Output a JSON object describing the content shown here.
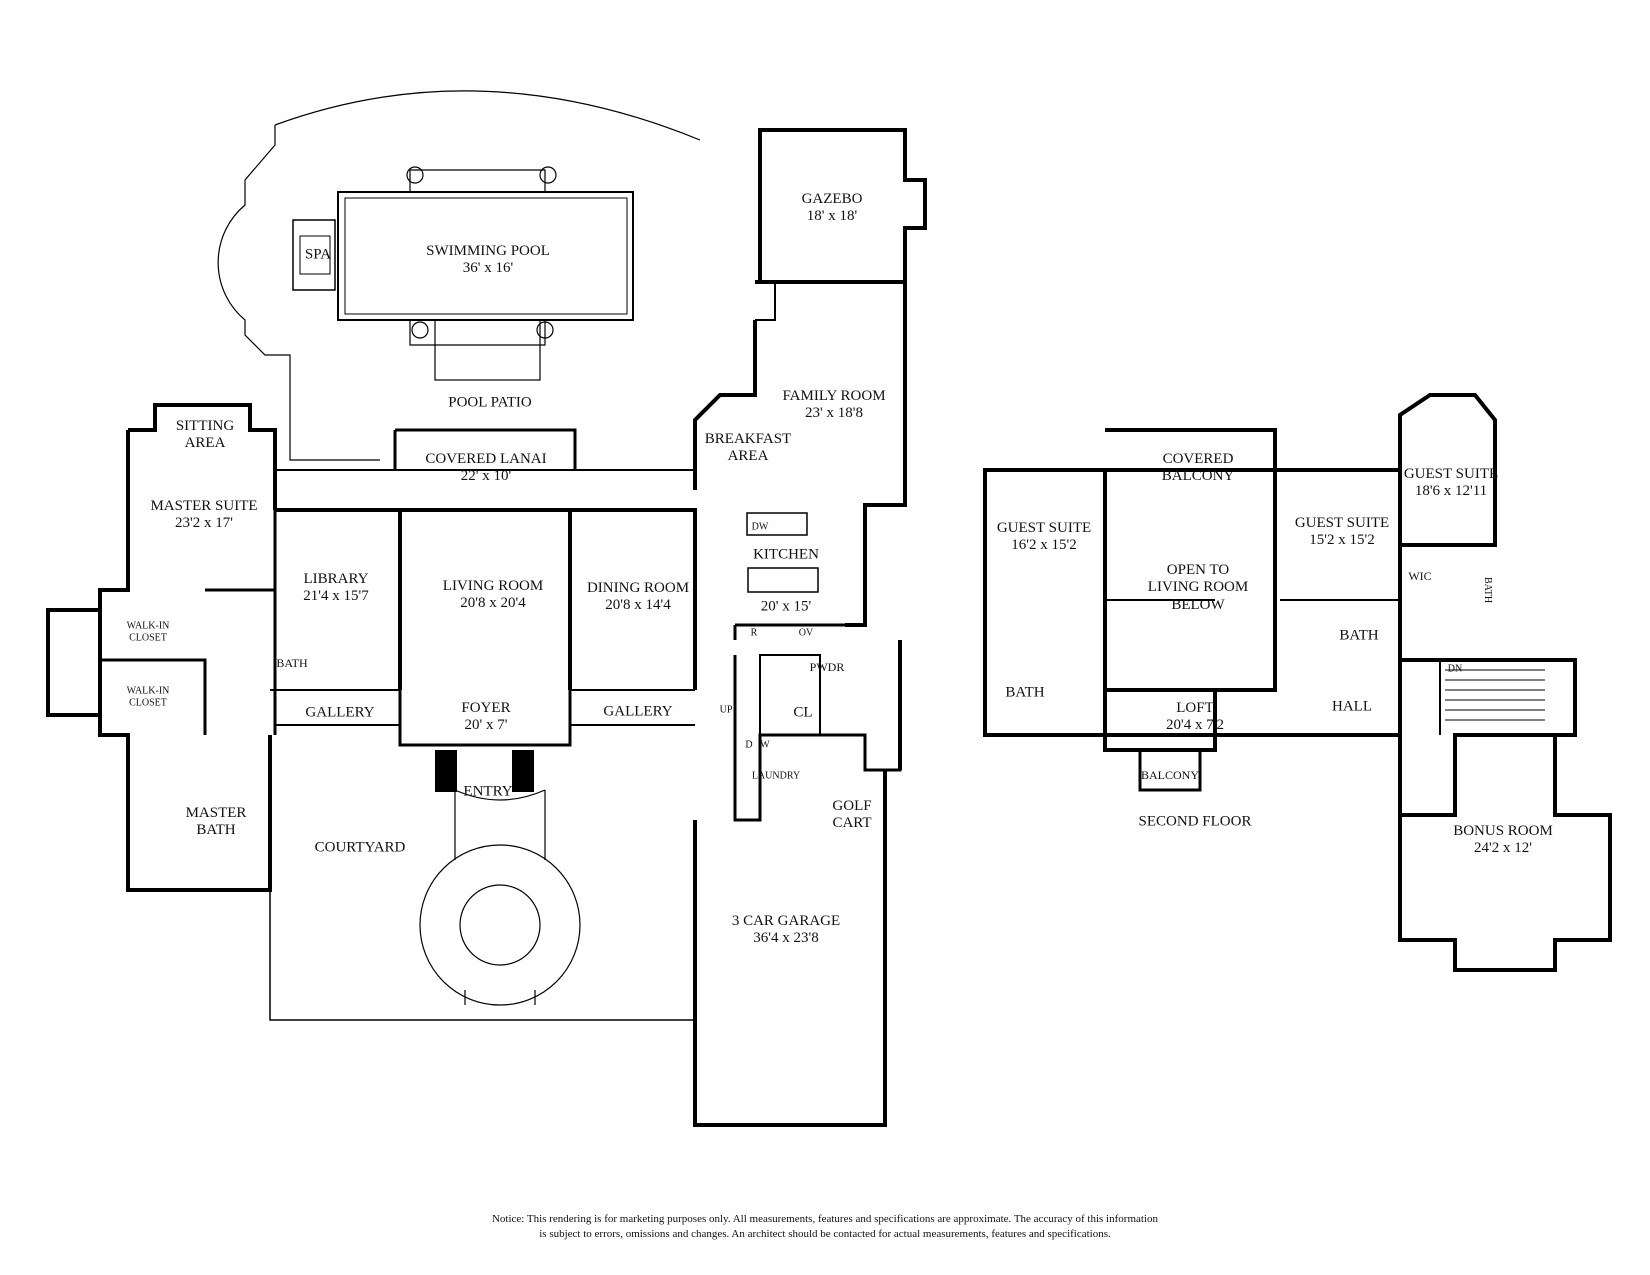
{
  "rooms": {
    "swimming_pool": {
      "name": "SWIMMING POOL",
      "dim": "36' x 16'"
    },
    "spa": {
      "name": "SPA"
    },
    "pool_patio": {
      "name": "POOL PATIO"
    },
    "gazebo": {
      "name": "GAZEBO",
      "dim": "18' x 18'"
    },
    "family_room": {
      "name": "FAMILY ROOM",
      "dim": "23' x 18'8"
    },
    "breakfast_area": {
      "line1": "BREAKFAST",
      "line2": "AREA"
    },
    "sitting_area": {
      "line1": "SITTING",
      "line2": "AREA"
    },
    "master_suite": {
      "name": "MASTER SUITE",
      "dim": "23'2 x 17'"
    },
    "covered_lanai": {
      "name": "COVERED LANAI",
      "dim": "22' x 10'"
    },
    "library": {
      "name": "LIBRARY",
      "dim": "21'4 x 15'7"
    },
    "living_room": {
      "name": "LIVING ROOM",
      "dim": "20'8 x 20'4"
    },
    "dining_room": {
      "name": "DINING ROOM",
      "dim": "20'8 x 14'4"
    },
    "kitchen": {
      "name": "KITCHEN",
      "dim": "20' x 15'"
    },
    "walk_in_closet_1": {
      "line1": "WALK-IN",
      "line2": "CLOSET"
    },
    "walk_in_closet_2": {
      "line1": "WALK-IN",
      "line2": "CLOSET"
    },
    "bath_main": {
      "name": "BATH"
    },
    "pwdr": {
      "name": "PWDR"
    },
    "gallery_left": {
      "name": "GALLERY"
    },
    "foyer": {
      "name": "FOYER",
      "dim": "20' x 7'"
    },
    "gallery_right": {
      "name": "GALLERY"
    },
    "cl": {
      "name": "CL"
    },
    "up": {
      "name": "UP"
    },
    "laundry": {
      "name": "LAUNDRY"
    },
    "golf_cart": {
      "line1": "GOLF",
      "line2": "CART"
    },
    "entry": {
      "name": "ENTRY"
    },
    "master_bath": {
      "line1": "MASTER",
      "line2": "BATH"
    },
    "courtyard": {
      "name": "COURTYARD"
    },
    "garage": {
      "name": "3 CAR GARAGE",
      "dim": "36'4 x 23'8"
    },
    "appliances": {
      "dw": "DW",
      "r": "R",
      "ov": "OV",
      "d": "D",
      "w": "W"
    }
  },
  "second_floor": {
    "title": "SECOND FLOOR",
    "covered_balcony": {
      "line1": "COVERED",
      "line2": "BALCONY"
    },
    "guest_suite_left": {
      "name": "GUEST SUITE",
      "dim": "16'2 x 15'2"
    },
    "open_to_living": {
      "line1": "OPEN TO",
      "line2": "LIVING ROOM",
      "line3": "BELOW"
    },
    "guest_suite_mid": {
      "name": "GUEST SUITE",
      "dim": "15'2 x 15'2"
    },
    "guest_suite_right": {
      "name": "GUEST SUITE",
      "dim": "18'6 x 12'11"
    },
    "wic": {
      "name": "WIC"
    },
    "bath_small": {
      "name": "BATH"
    },
    "bath_left": {
      "name": "BATH"
    },
    "bath_mid": {
      "name": "BATH"
    },
    "dn": {
      "name": "DN"
    },
    "loft": {
      "name": "LOFT",
      "dim": "20'4 x 7'2"
    },
    "hall": {
      "name": "HALL"
    },
    "balcony": {
      "name": "BALCONY"
    },
    "bonus_room": {
      "name": "BONUS ROOM",
      "dim": "24'2 x 12'"
    }
  },
  "notice": {
    "line1": "Notice: This rendering is for marketing purposes only. All measurements, features and specifications are approximate. The accuracy of this information",
    "line2": "is subject to errors, omissions and changes. An architect should be contacted for actual measurements, features and specifications."
  }
}
